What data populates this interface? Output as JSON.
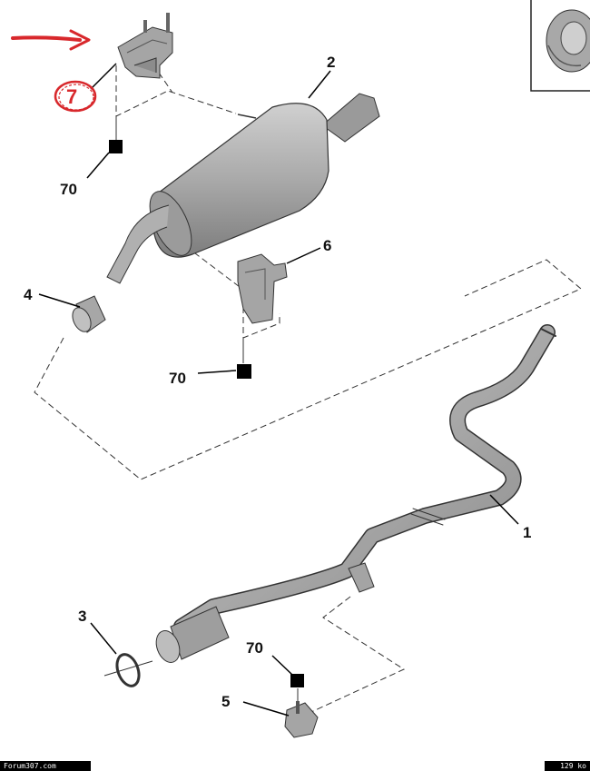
{
  "diagram": {
    "callouts": {
      "pipe": "1",
      "silencer": "2",
      "clamp_ring": "3",
      "coupling_sleeve": "4",
      "front_mount": "5",
      "rear_bracket": "6",
      "rear_hanger": "7",
      "fixing_top": "70",
      "fixing_middle": "70",
      "fixing_bottom": "70"
    },
    "highlight": {
      "color": "#d8282c",
      "marked_callout": "7"
    },
    "colors": {
      "part_fill": "#b9b9b9",
      "part_shade": "#8c8c8c",
      "line": "#222222"
    }
  },
  "footer": {
    "left": "Forum307.com",
    "right": "129 ko"
  }
}
